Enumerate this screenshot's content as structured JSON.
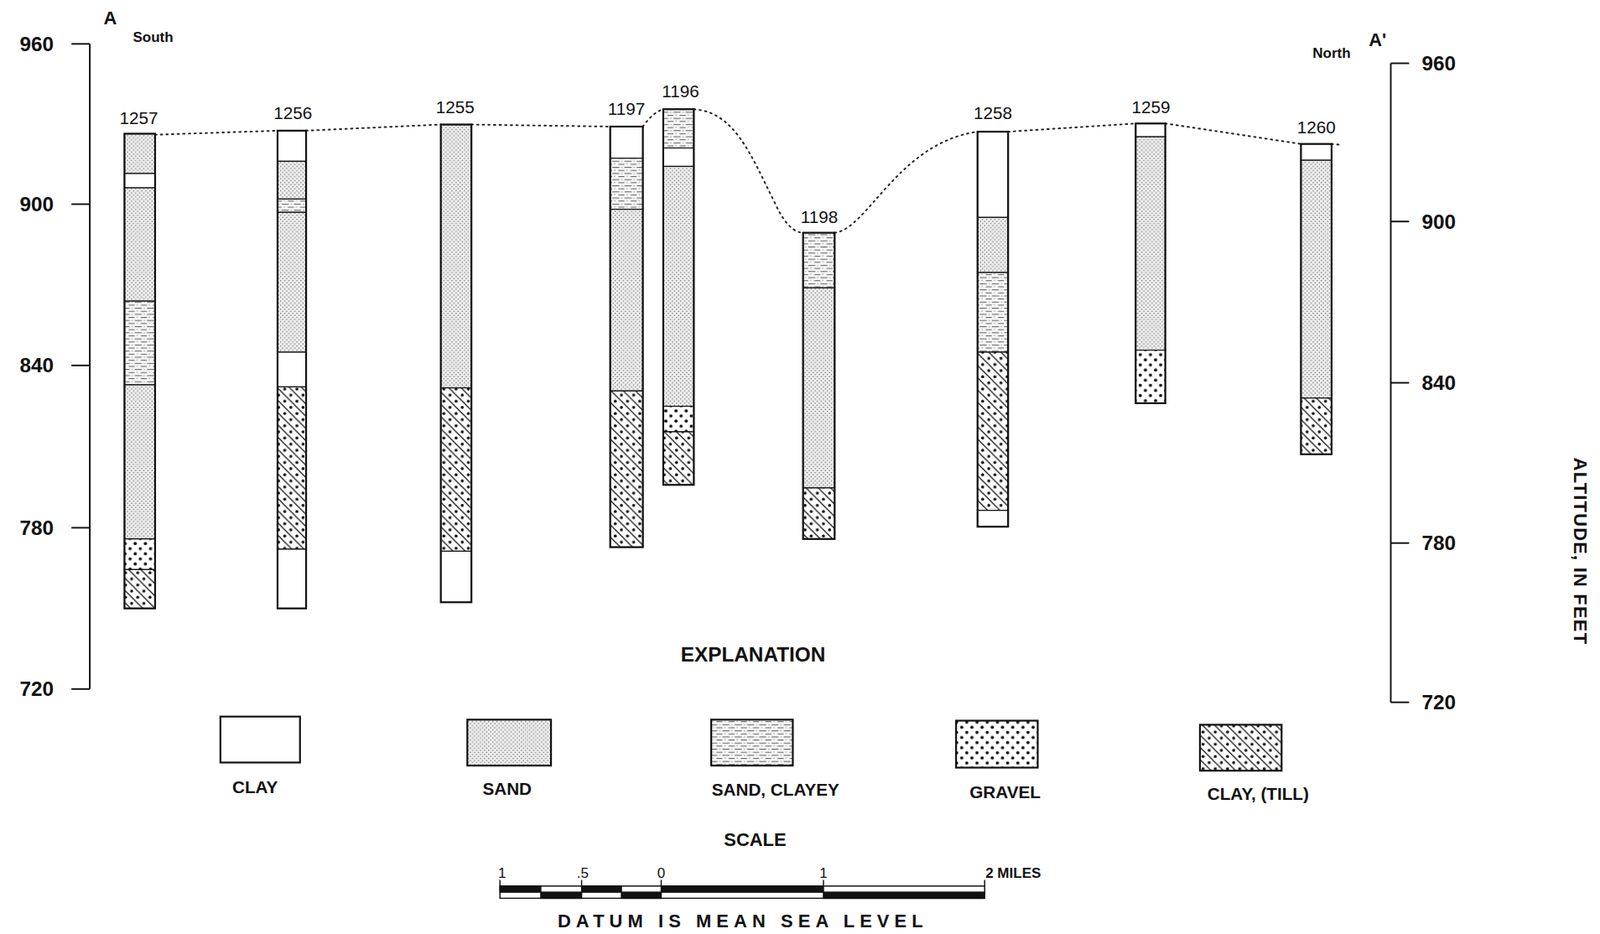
{
  "diagram": {
    "labels": [
      "A",
      "South",
      "North",
      "A'",
      "960",
      "900",
      "840",
      "780",
      "720",
      "960",
      "900",
      "840",
      "780",
      "720",
      "1257",
      "1256",
      "1255",
      "1197",
      "1196",
      "1198",
      "1258",
      "1259",
      "1260",
      "ALTITUDE, IN FEET",
      "EXPLANATION",
      "SCALE",
      "1",
      ".5",
      "0",
      "1",
      "2 MILES",
      "DATUM IS MEAN SEA LEVEL"
    ],
    "legend": [
      {
        "text": "CLAY",
        "color": "#ffffff"
      },
      {
        "text": "SAND"
      },
      {
        "text": "SAND, CLAYEY"
      },
      {
        "text": "GRAVEL"
      },
      {
        "text": "CLAY, (TILL)"
      }
    ]
  }
}
